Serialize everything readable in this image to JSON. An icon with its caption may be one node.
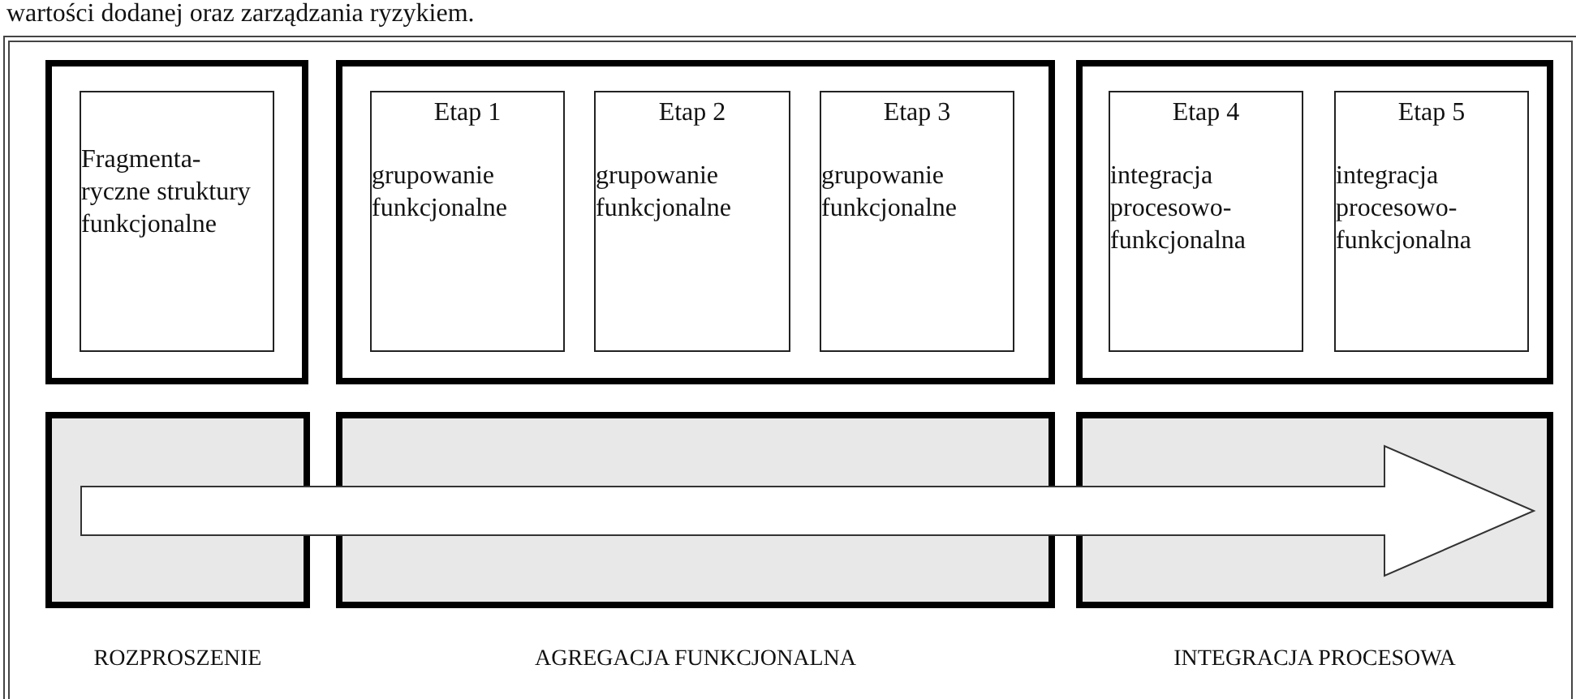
{
  "diagram": {
    "nodes": [
      {
        "text": [],
        "shape": "box"
      },
      {
        "text": [
          "Fragmenta- ryczne struktury funkcjonalne"
        ],
        "in": 0
      },
      {
        "text": [],
        "shape": "box"
      },
      {
        "text": [
          "Etap 1",
          "grupowanie funkcjonalne"
        ],
        "in": 2
      },
      {
        "text": [
          "Etap 2",
          "grupowanie funkcjonalne"
        ],
        "in": 2
      },
      {
        "text": [
          "Etap 3",
          "grupowanie funkcjonalne"
        ],
        "in": 2
      },
      {
        "text": [],
        "shape": "box"
      },
      {
        "text": [
          "Etap 4",
          "integracja procesowo- funkcjonalna"
        ],
        "in": 6
      },
      {
        "text": [
          "Etap 5",
          "integracja procesowo- funkcjonalna"
        ],
        "in": 6
      },
      {
        "text": [],
        "shape": "box",
        "beside": [
          "ROZPROSZENIE"
        ]
      },
      {
        "text": [],
        "shape": "box",
        "beside": [
          "AGREGACJA FUNKCJONALNA"
        ]
      },
      {
        "text": [],
        "shape": "box",
        "beside": [
          "INTEGRACJA PROCESOWA"
        ]
      }
    ],
    "labels": [
      "wartości dodanej oraz zarządzania ryzykiem."
    ]
  }
}
